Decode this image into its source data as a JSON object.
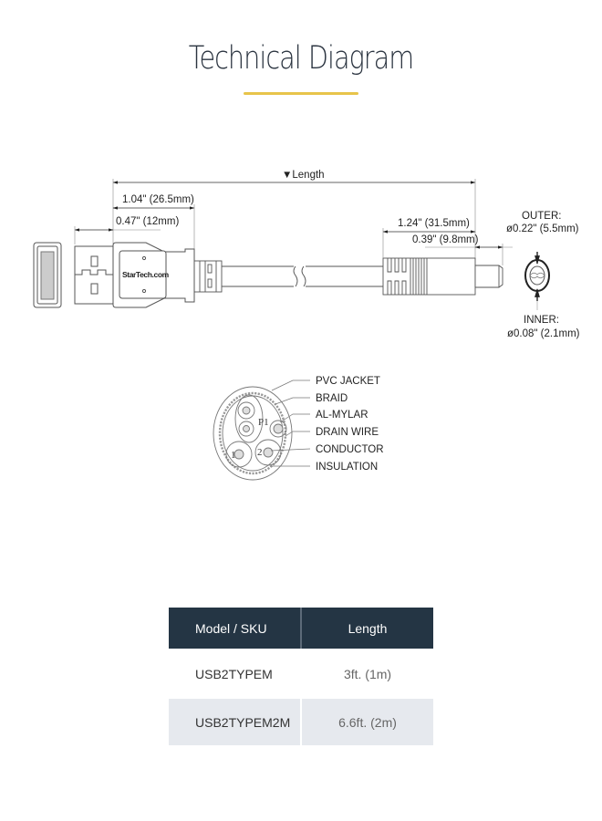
{
  "header": {
    "title": "Technical Diagram",
    "accent_color": "#e8c44a"
  },
  "cable_diagram": {
    "length_label": "▼Length",
    "usb_end": {
      "dim_connector_body": "1.04\" (26.5mm)",
      "dim_plug": "0.47\" (12mm)",
      "logo_text": "StarTech.com"
    },
    "dc_end": {
      "dim_barrel_body": "1.24\" (31.5mm)",
      "dim_tip": "0.39\" (9.8mm)"
    },
    "tip_detail": {
      "outer_label": "OUTER:",
      "outer_value": "ø0.22\" (5.5mm)",
      "inner_label": "INNER:",
      "inner_value": "ø0.08\" (2.1mm)"
    }
  },
  "cross_section": {
    "pair_label": "P1",
    "conductor_1": "1",
    "conductor_2": "2",
    "layers": [
      {
        "label": "PVC JACKET"
      },
      {
        "label": "BRAID"
      },
      {
        "label": "AL-MYLAR"
      },
      {
        "label": "DRAIN WIRE"
      },
      {
        "label": "CONDUCTOR"
      },
      {
        "label": "INSULATION"
      }
    ]
  },
  "sku_table": {
    "header_bg": "#243544",
    "alt_row_bg": "#e6e9ee",
    "columns": [
      "Model / SKU",
      "Length"
    ],
    "rows": [
      {
        "sku": "USB2TYPEM",
        "length": "3ft. (1m)"
      },
      {
        "sku": "USB2TYPEM2M",
        "length": "6.6ft. (2m)"
      }
    ]
  }
}
